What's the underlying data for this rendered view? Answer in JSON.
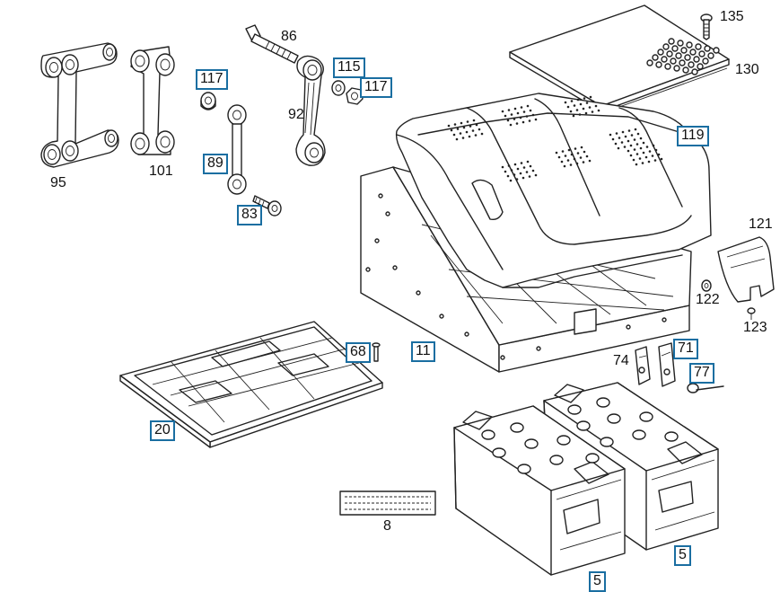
{
  "callouts": {
    "c135": "135",
    "c130": "130",
    "c86": "86",
    "c115": "115",
    "c117a": "117",
    "c117b": "117",
    "c92": "92",
    "c89": "89",
    "c95": "95",
    "c101": "101",
    "c83": "83",
    "c119": "119",
    "c121": "121",
    "c122": "122",
    "c123": "123",
    "c68": "68",
    "c11": "11",
    "c20": "20",
    "c74": "74",
    "c71": "71",
    "c77": "77",
    "c8": "8",
    "c5a": "5",
    "c5b": "5"
  },
  "colors": {
    "callout_box_border": "#1a6ea1",
    "line": "#222222",
    "background": "#ffffff"
  }
}
